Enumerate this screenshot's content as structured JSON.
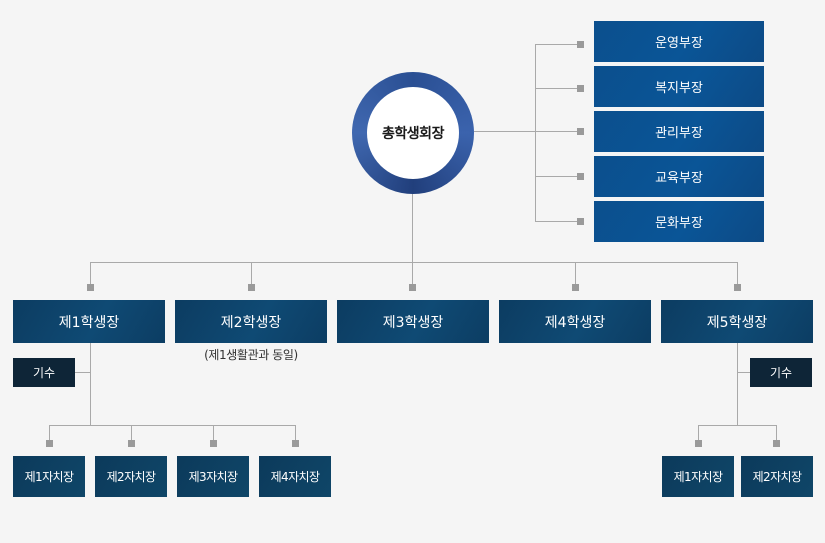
{
  "president": {
    "label": "총학생회장"
  },
  "departments": [
    {
      "label": "운영부장"
    },
    {
      "label": "복지부장"
    },
    {
      "label": "관리부장"
    },
    {
      "label": "교육부장"
    },
    {
      "label": "문화부장"
    }
  ],
  "student_leaders": [
    {
      "label": "제1학생장"
    },
    {
      "label": "제2학생장"
    },
    {
      "label": "제3학생장"
    },
    {
      "label": "제4학생장"
    },
    {
      "label": "제5학생장"
    }
  ],
  "note_second": "(제1생활관과 동일)",
  "gisu_label": "기수",
  "first_dorm_chiefs": [
    {
      "label": "제1자치장"
    },
    {
      "label": "제2자치장"
    },
    {
      "label": "제3자치장"
    },
    {
      "label": "제4자치장"
    }
  ],
  "fifth_dorm_chiefs": [
    {
      "label": "제1자치장"
    },
    {
      "label": "제2자치장"
    }
  ],
  "colors": {
    "department_box": "#0a5597",
    "student_box": "#0f4a74",
    "dorm_box": "#0c3a5b",
    "gisu_box": "#0e2537",
    "ring": "#2f56a0",
    "connector": "#a9a9a9"
  }
}
